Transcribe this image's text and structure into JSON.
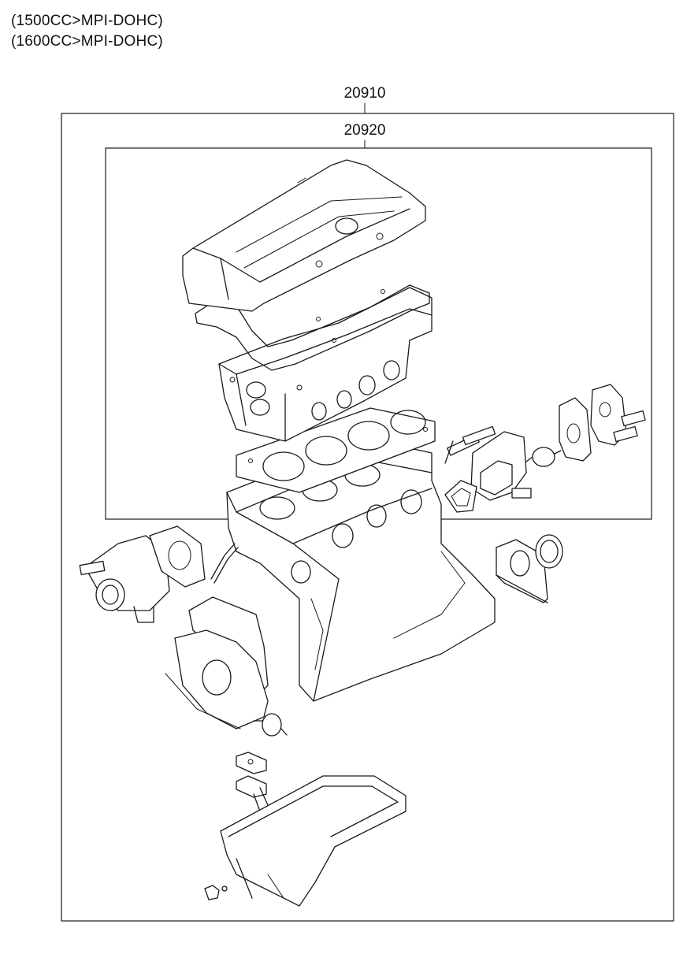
{
  "header": {
    "engine_line_1": "(1500CC>MPI-DOHC)",
    "engine_line_2": "(1600CC>MPI-DOHC)"
  },
  "parts": {
    "outer_kit": "20910",
    "inner_kit": "20920"
  }
}
